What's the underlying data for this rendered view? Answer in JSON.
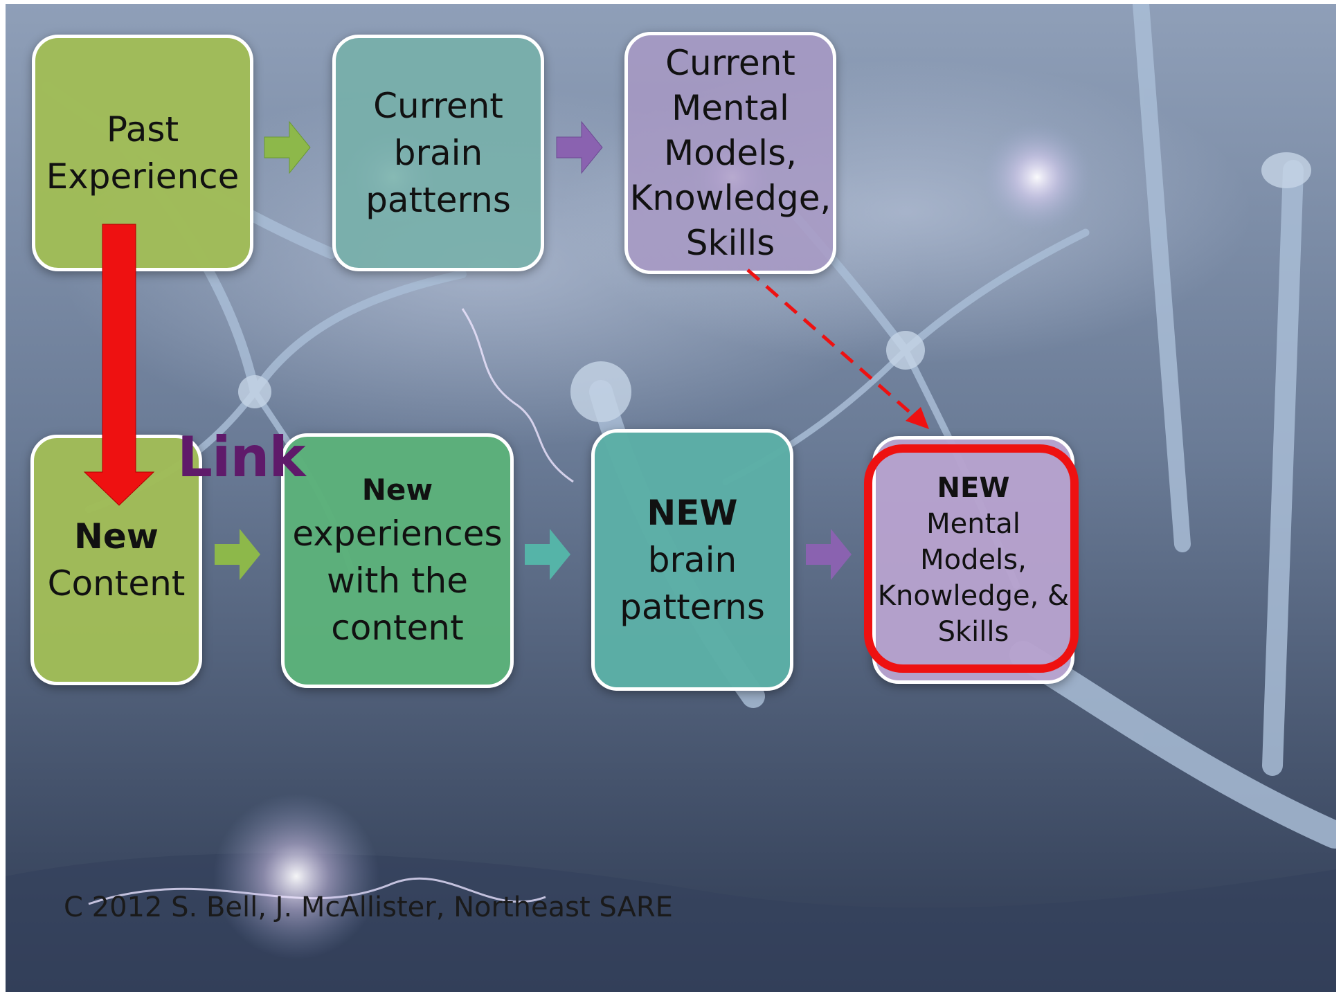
{
  "boxes": {
    "past_experience": [
      "Past",
      "Experience"
    ],
    "current_brain_patterns": [
      "Current",
      "brain",
      "patterns"
    ],
    "current_mental_models": [
      "Current",
      "Mental",
      "Models,",
      "Knowledge,",
      "Skills"
    ],
    "new_content": {
      "bold": "New",
      "rest": "Content"
    },
    "new_experiences": {
      "bold": "New",
      "rest": [
        "experiences",
        "with the",
        "content"
      ]
    },
    "new_brain_patterns": {
      "bold": "NEW",
      "rest": [
        "brain",
        "patterns"
      ]
    },
    "new_mental_models": {
      "bold": "NEW",
      "rest": [
        "Mental",
        "Models,",
        "Knowledge, &",
        "Skills"
      ]
    }
  },
  "link_label": "Link",
  "copyright": "C 2012 S. Bell, J. McAllister, Northeast SARE",
  "colors": {
    "green": "#a0bc58",
    "teal": "#5caea6",
    "lilac": "#b7a2ce",
    "link_arrow": "#ee1111",
    "link_text": "#5f1a6a",
    "highlight": "#ee1111"
  }
}
